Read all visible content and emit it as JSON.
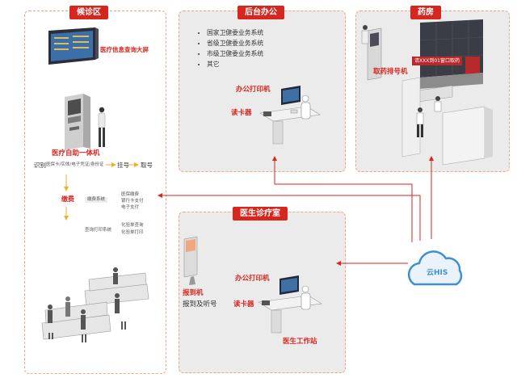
{
  "waiting": {
    "title": "候诊区",
    "query_screen": "医疗信息查询大屏",
    "kiosk": "医疗自助一体机",
    "identify": "识别",
    "identify_sub": "医保卡/实体/电子凭证/身份证",
    "register": "挂号",
    "take_number": "取号",
    "pay": "缴费",
    "pay_sub": "缴费系统",
    "pay_opts": [
      "医保缴费",
      "银行卡支付",
      "电子支付"
    ],
    "print_sub": "查询打印系统",
    "print_opts": [
      "化验单查询",
      "化验单打印"
    ]
  },
  "backoffice": {
    "title": "后台办公",
    "systems": [
      "国家卫健委业务系统",
      "省级卫健委业务系统",
      "市级卫健委业务系统",
      "其它"
    ],
    "printer": "办公打印机",
    "card_reader": "读卡器"
  },
  "pharmacy": {
    "title": "药房",
    "queue_machine": "取药排号机",
    "screen_text": "请XXX到01窗口取药"
  },
  "clinic": {
    "title": "医生诊疗室",
    "checkin": "报到机",
    "checkin_sub": "报到及听号",
    "printer": "办公打印机",
    "card_reader": "读卡器",
    "workstation": "医生工作站"
  },
  "cloud": {
    "label": "云HIS"
  },
  "colors": {
    "accent": "#d7261e",
    "panel_bg": "#ebebeb",
    "dash": "#f0a77f",
    "cloud": "#3f8fd6"
  }
}
